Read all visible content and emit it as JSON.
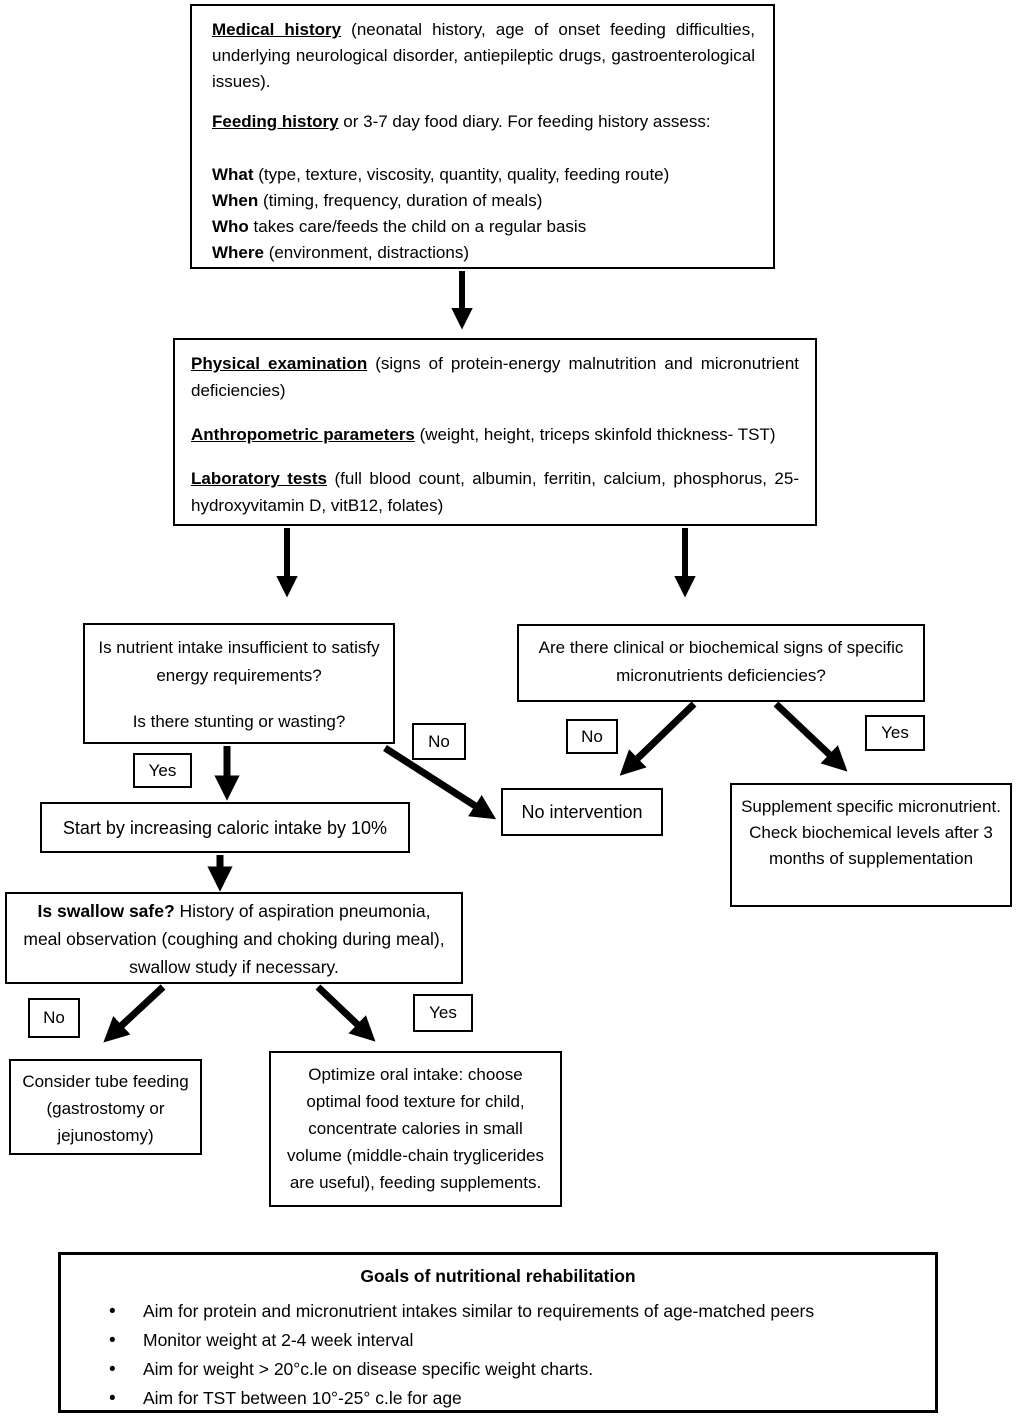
{
  "page": {
    "background_color": "#ffffff",
    "ink_color": "#000000"
  },
  "flowchart": {
    "assessment_box": {
      "medical_history_title": "Medical history",
      "medical_history_text": " (neonatal history, age of onset feeding difficulties, underlying neurological disorder, antiepileptic drugs, gastroenterological issues).",
      "feeding_history_title": "Feeding history",
      "feeding_history_text": " or 3-7 day food diary. For feeding history assess:",
      "items": [
        {
          "lead": "What",
          "rest": " (type, texture, viscosity, quantity, quality, feeding route)"
        },
        {
          "lead": "When",
          "rest": " (timing, frequency, duration of meals)"
        },
        {
          "lead": "Who",
          "rest": " takes care/feeds the child on a regular basis"
        },
        {
          "lead": "Where",
          "rest": " (environment, distractions)"
        }
      ]
    },
    "exam_box": {
      "physical_title": "Physical examination",
      "physical_text": " (signs of protein-energy malnutrition and micronutrient deficiencies)",
      "anthropometric_title": "Anthropometric parameters",
      "anthropometric_text": " (weight, height, triceps skinfold thickness- TST)",
      "laboratory_title": "Laboratory tests",
      "laboratory_text": " (full blood count, albumin, ferritin, calcium, phosphorus, 25-hydroxyvitamin D, vitB12, folates)"
    },
    "nutrient_decision": {
      "question1": "Is nutrient intake insufficient to satisfy energy requirements?",
      "question2": "Is there stunting or wasting?",
      "yes_label": "Yes",
      "no_label": "No"
    },
    "micronutrient_decision": {
      "question": "Are there clinical or biochemical  signs of specific micronutrients deficiencies?",
      "no_label": "No",
      "yes_label": "Yes"
    },
    "start_box": {
      "text": "Start by increasing caloric intake by 10%"
    },
    "no_intervention_box": {
      "text": "No intervention"
    },
    "supplement_box": {
      "text": "Supplement specific micronutrient. Check biochemical levels after 3 months of supplementation"
    },
    "swallow_decision": {
      "lead": "Is swallow safe?",
      "rest": " History of aspiration pneumonia, meal observation (coughing and choking during meal), swallow study if necessary.",
      "no_label": "No",
      "yes_label": "Yes"
    },
    "tube_box": {
      "text": "Consider tube feeding (gastrostomy or jejunostomy)"
    },
    "optimize_box": {
      "text": "Optimize oral intake: choose optimal food texture for child, concentrate calories in small volume (middle-chain tryglicerides are useful), feeding supplements."
    },
    "goals_box": {
      "title": "Goals of nutritional rehabilitation",
      "bullets": [
        "Aim for protein and micronutrient intakes similar to requirements of age-matched peers",
        "Monitor weight at 2-4 week interval",
        "Aim for weight > 20°c.le on disease specific weight charts.",
        "Aim for TST between 10°-25° c.le for age"
      ]
    }
  }
}
